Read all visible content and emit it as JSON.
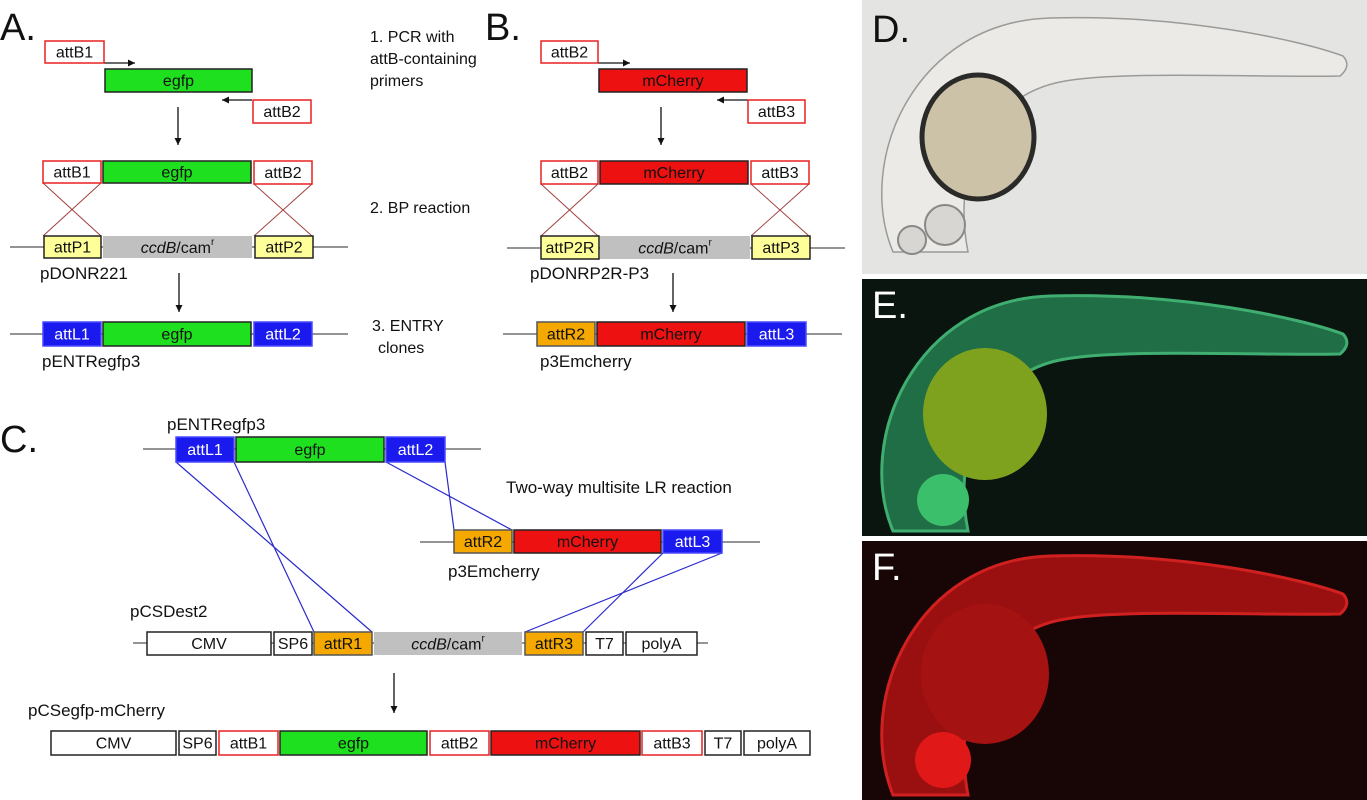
{
  "panel_labels": {
    "a": "A.",
    "b": "B.",
    "c": "C.",
    "d": "D.",
    "e": "E.",
    "f": "F."
  },
  "steps": {
    "step1": [
      "1. PCR with",
      "attB-containing",
      "primers"
    ],
    "step2": "2. BP reaction",
    "step3": [
      "3. ENTRY",
      "clones"
    ]
  },
  "ccdb": {
    "italic": "ccdB",
    "rest": "/cam",
    "sup": "r"
  },
  "panel_a": {
    "pcr": {
      "primer_fwd": "attB1",
      "gene": "egfp",
      "primer_rev": "attB2"
    },
    "bp_product": [
      "attB1",
      "egfp",
      "attB2"
    ],
    "donor": [
      "attP1",
      "attP2"
    ],
    "donor_name": "pDONR221",
    "entry": [
      "attL1",
      "egfp",
      "attL2"
    ],
    "entry_name": "pENTRegfp3"
  },
  "panel_b": {
    "pcr": {
      "primer_fwd": "attB2",
      "gene": "mCherry",
      "primer_rev": "attB3"
    },
    "bp_product": [
      "attB2",
      "mCherry",
      "attB3"
    ],
    "donor": [
      "attP2R",
      "attP3"
    ],
    "donor_name": "pDONRP2R-P3",
    "entry": [
      "attR2",
      "mCherry",
      "attL3"
    ],
    "entry_name": "p3Emcherry"
  },
  "panel_c": {
    "entry1_name": "pENTRegfp3",
    "entry1": [
      "attL1",
      "egfp",
      "attL2"
    ],
    "reaction": "Two-way multisite LR reaction",
    "entry2": [
      "attR2",
      "mCherry",
      "attL3"
    ],
    "entry2_name": "p3Emcherry",
    "dest_name": "pCSDest2",
    "dest": [
      "CMV",
      "SP6",
      "attR1",
      "attR3",
      "T7",
      "polyA"
    ],
    "product_name": "pCSegfp-mCherry",
    "product": [
      "CMV",
      "SP6",
      "attB1",
      "egfp",
      "attB2",
      "mCherry",
      "attB3",
      "T7",
      "polyA"
    ]
  },
  "colors": {
    "attB": "#e82020",
    "egfp": "#1ee01e",
    "mCherry": "#ee1111",
    "attP": "#ffff99",
    "ccdB": "#c0c0c0",
    "attL": "#1a1aee",
    "attR": "#f5a800",
    "line_blue": "#2a2acc"
  }
}
